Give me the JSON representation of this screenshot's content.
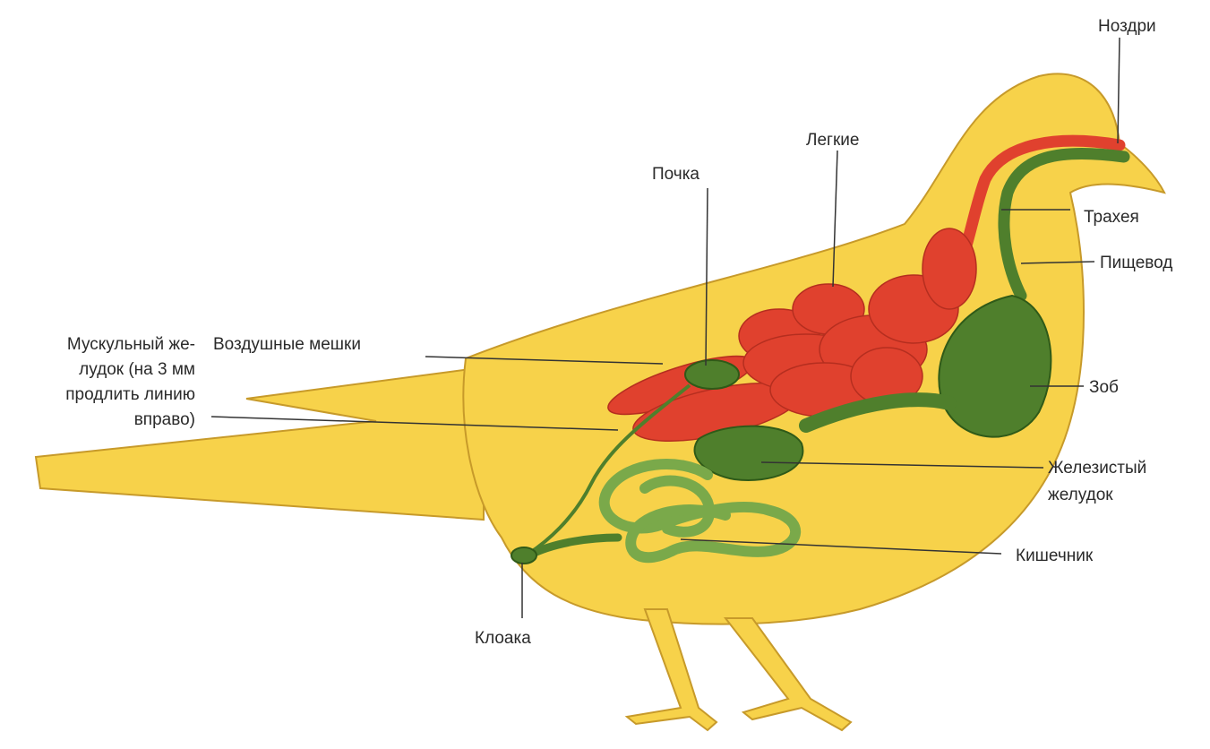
{
  "diagram": {
    "labels": {
      "nostrils": "Ноздри",
      "lungs": "Легкие",
      "kidney": "Почка",
      "trachea": "Трахея",
      "esophagus": "Пищевод",
      "muscular_stomach_1": "Мускульный же-",
      "muscular_stomach_2": "лудок (на 3 мм",
      "muscular_stomach_3": "продлить линию",
      "muscular_stomach_4": "вправо)",
      "air_sacs": "Воздушные мешки",
      "crop": "Зоб",
      "glandular_stomach_1": "Железистый",
      "glandular_stomach_2": "желудок",
      "intestine": "Кишечник",
      "cloaca": "Клоака"
    },
    "colors": {
      "body": "#f7d24a",
      "body_outline": "#c79a2a",
      "respiratory": "#e0412e",
      "digestive": "#4f7f2c",
      "intestine": "#7aa94a",
      "leader_line": "#333333"
    }
  }
}
